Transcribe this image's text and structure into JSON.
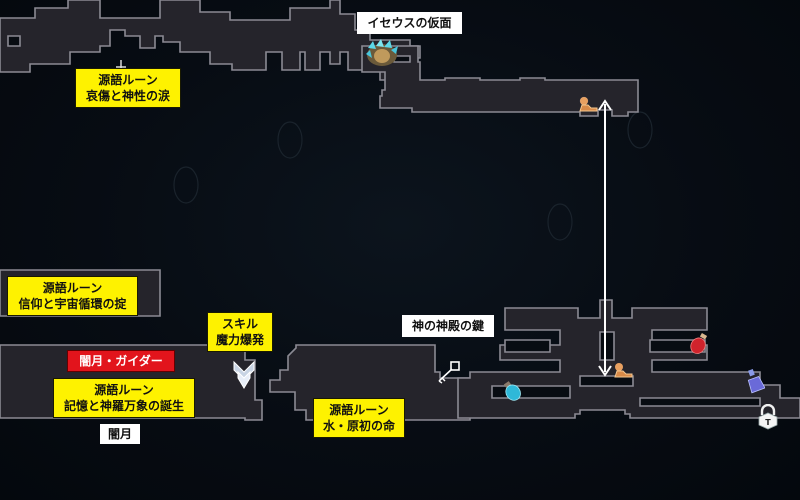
{
  "map": {
    "title": "ゲームマップ",
    "colors": {
      "background": "#050a10",
      "room_fill": "#25242b",
      "room_outline": "#8b8a93",
      "label_yellow": "#fef200",
      "label_white": "#ffffff",
      "label_red": "#e2141c",
      "arrow": "#ffffff"
    }
  },
  "labels": {
    "iseus_mask": {
      "lines": [
        "イセウスの仮面"
      ]
    },
    "rune_sorrow": {
      "lines": [
        "源語ルーン",
        "哀傷と神性の涙"
      ]
    },
    "rune_faith": {
      "lines": [
        "源語ルーン",
        "信仰と宇宙循環の掟"
      ]
    },
    "skill_magic_burst": {
      "lines": [
        "スキル",
        "魔力爆発"
      ]
    },
    "boss_yamizuki_gaider": {
      "lines": [
        "闇月・ガイダー"
      ]
    },
    "rune_memory": {
      "lines": [
        "源語ルーン",
        "記憶と神羅万象の誕生"
      ]
    },
    "yamizuki": {
      "lines": [
        "闇月"
      ]
    },
    "temple_key": {
      "lines": [
        "神の神殿の鍵"
      ]
    },
    "rune_water": {
      "lines": [
        "源語ルーン",
        "水・原初の命"
      ]
    }
  },
  "markers": [
    {
      "name": "iseus-mask-item-icon",
      "kind": "crystal-treasure"
    },
    {
      "name": "teleport-statue-icon-upper",
      "kind": "kneeling-statue"
    },
    {
      "name": "teleport-statue-icon-lower",
      "kind": "kneeling-statue"
    },
    {
      "name": "vertical-route-arrow",
      "kind": "double-arrow"
    },
    {
      "name": "skill-emblem-icon",
      "kind": "winged-emblem"
    },
    {
      "name": "temple-key-icon",
      "kind": "key"
    },
    {
      "name": "blue-potion-icon",
      "kind": "potion",
      "color": "#2fb8d8"
    },
    {
      "name": "red-potion-icon",
      "kind": "potion",
      "color": "#d0232c"
    },
    {
      "name": "purple-potion-icon",
      "kind": "potion",
      "color": "#6a6ad8"
    },
    {
      "name": "padlock-icon",
      "kind": "lock"
    },
    {
      "name": "rune-marker-icon",
      "kind": "small-cross"
    }
  ]
}
